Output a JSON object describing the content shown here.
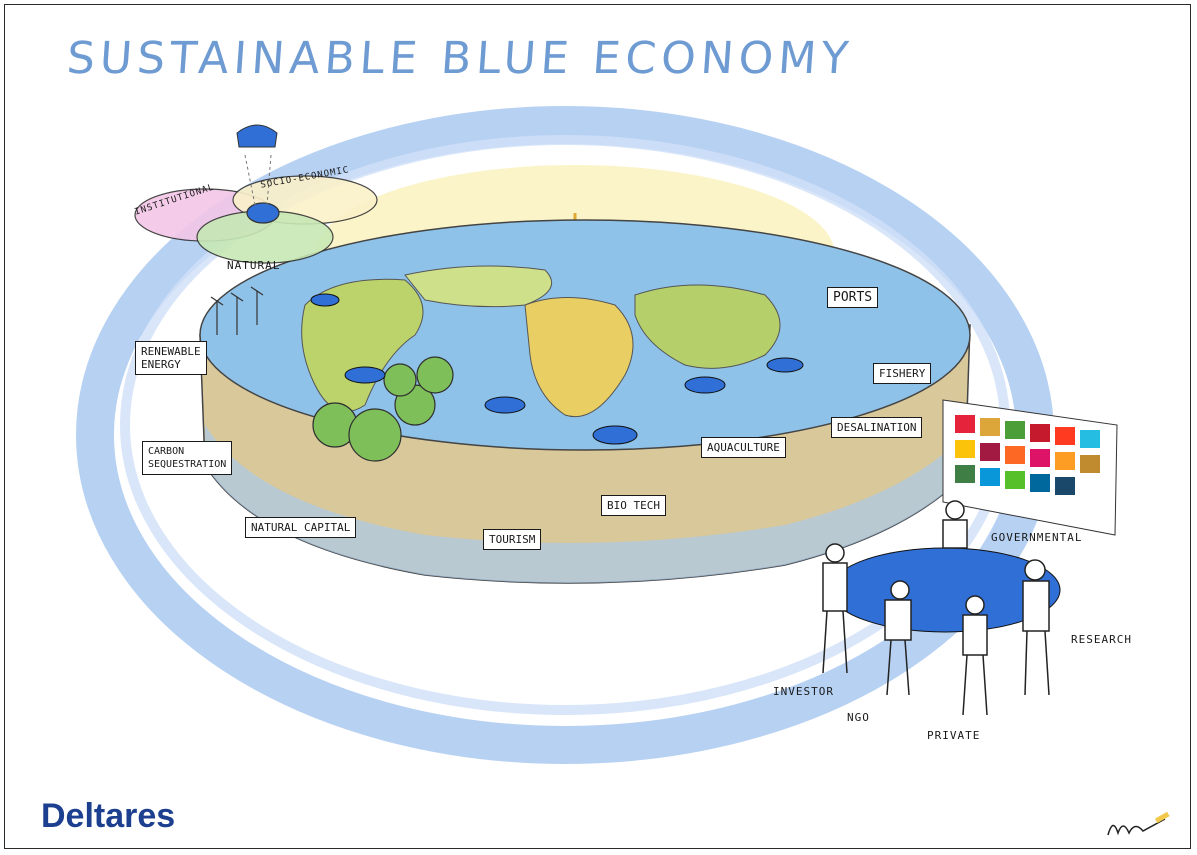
{
  "title": "SUSTAINABLE BLUE ECONOMY",
  "venn": {
    "institutional": "INSTITUTIONAL",
    "socio_economic": "SOCIO-ECONOMIC",
    "natural": "NATURAL"
  },
  "labels": {
    "ports": "PORTS",
    "renewable_energy": "RENEWABLE\nENERGY",
    "fishery": "FISHERY",
    "desalination": "DESALINATION",
    "carbon_sequestration": "CARBON\nSEQUESTRATION",
    "aquaculture": "AQUACULTURE",
    "natural_capital": "NATURAL CAPITAL",
    "bio_tech": "BIO TECH",
    "tourism": "TOURISM"
  },
  "stakeholders": {
    "governmental": "GOVERNMENTAL",
    "research": "RESEARCH",
    "investor": "INVESTOR",
    "ngo": "NGO",
    "private": "PRIVATE"
  },
  "brand": "Deltares",
  "colors": {
    "ring_blue": "#8fb6ec",
    "water_blue": "#2f6fd6",
    "land_green": "#b9d36a",
    "sand_yellow": "#f3d56c",
    "brand_blue": "#1d3f8f",
    "title_blue": "#6f9bd3"
  }
}
